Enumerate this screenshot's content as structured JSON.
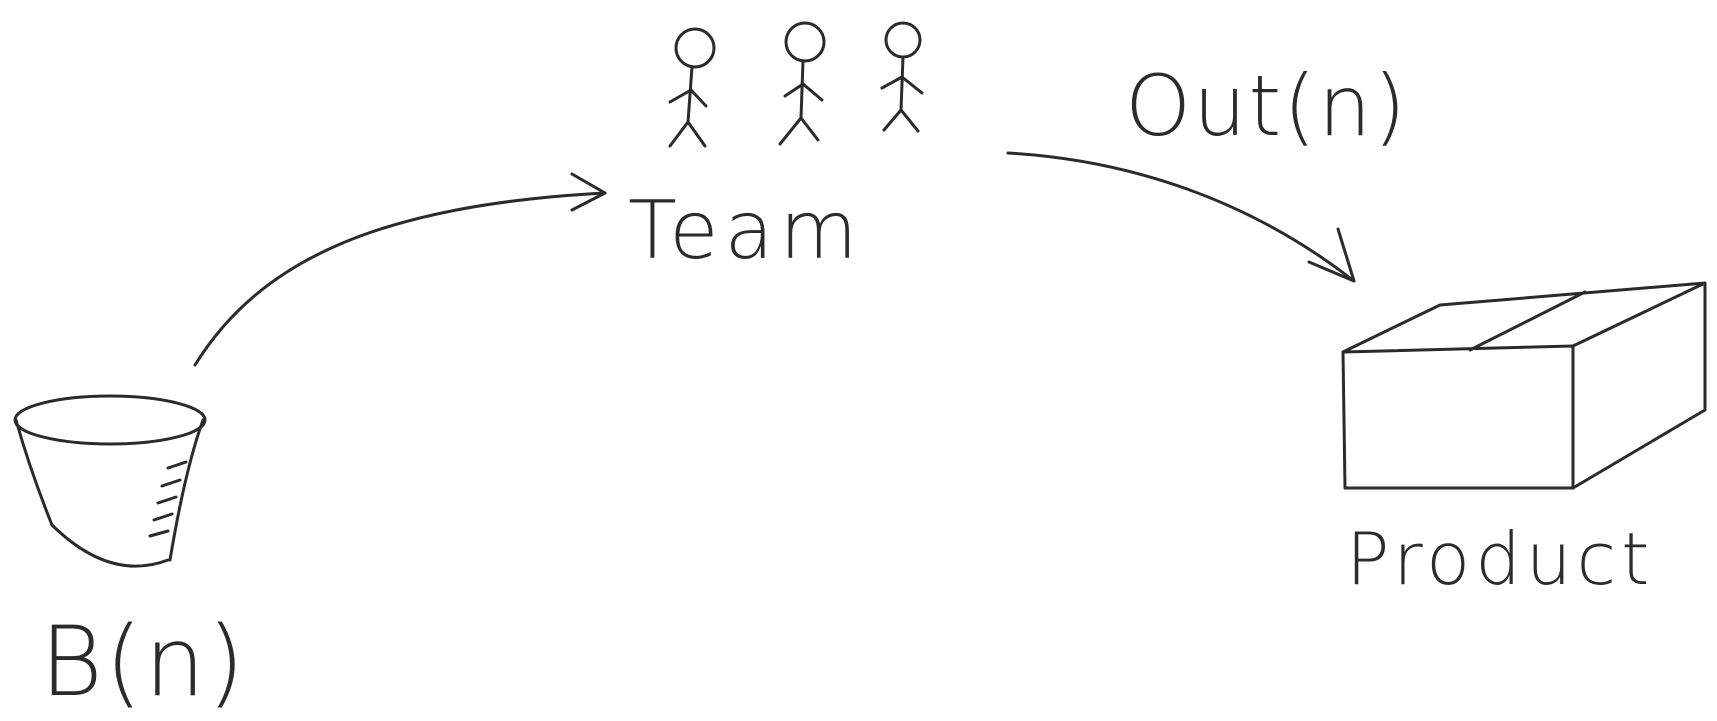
{
  "diagram": {
    "nodes": [
      {
        "id": "backlog",
        "label": "B(n)",
        "icon": "bucket-icon"
      },
      {
        "id": "team",
        "label": "Team",
        "icon": "people-icon",
        "member_count": 3
      },
      {
        "id": "product",
        "label": "Product",
        "icon": "box-icon"
      }
    ],
    "edges": [
      {
        "from": "backlog",
        "to": "team",
        "label": ""
      },
      {
        "from": "team",
        "to": "product",
        "label": "Out(n)"
      }
    ],
    "colors": {
      "ink": "#2b2b2b",
      "background": "#ffffff"
    }
  }
}
